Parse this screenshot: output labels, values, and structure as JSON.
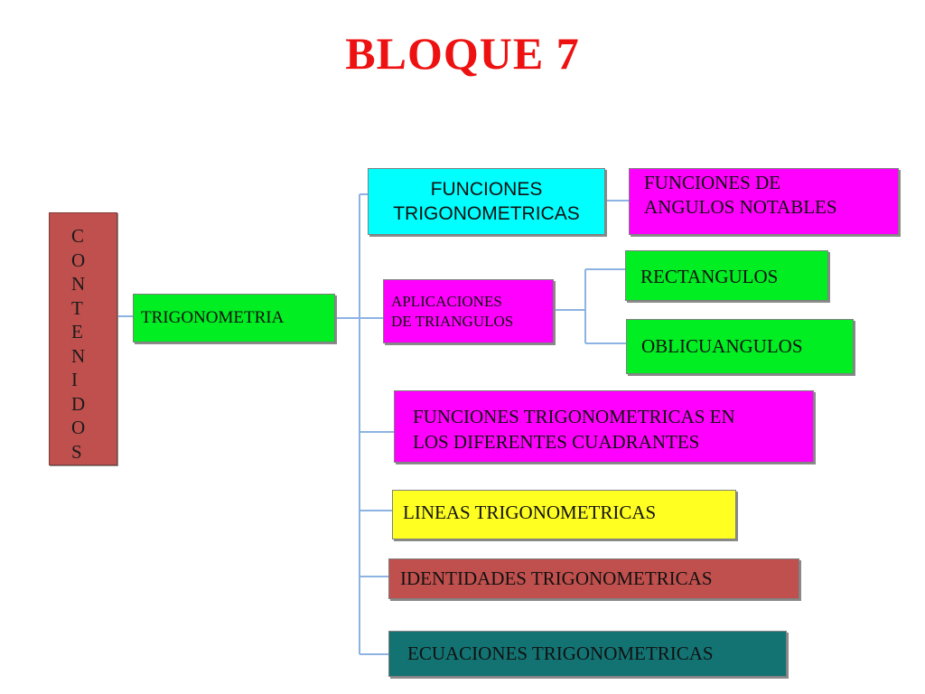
{
  "title": "BLOQUE 7",
  "side_label": [
    "C",
    "O",
    "N",
    "T",
    "E",
    "N",
    "I",
    "D",
    "O",
    "S"
  ],
  "nodes": {
    "trigonometria": "TRIGONOMETRIA",
    "funciones_trig": [
      "FUNCIONES",
      "TRIGONOMETRICAS"
    ],
    "funciones_angulos": [
      "FUNCIONES DE",
      "ANGULOS NOTABLES"
    ],
    "aplicaciones": [
      "APLICACIONES",
      "DE TRIANGULOS"
    ],
    "rectangulos": "RECTANGULOS",
    "oblicuangulos": "OBLICUANGULOS",
    "funciones_cuadrantes": [
      "FUNCIONES TRIGONOMETRICAS EN",
      "LOS DIFERENTES CUADRANTES"
    ],
    "lineas": "LINEAS TRIGONOMETRICAS",
    "identidades": "IDENTIDADES TRIGONOMETRICAS",
    "ecuaciones": "ECUACIONES TRIGONOMETRICAS"
  },
  "colors": {
    "title": "#ee1111",
    "green": "#00ee22",
    "cyan": "#00ffff",
    "magenta": "#ff00ff",
    "yellow": "#ffff22",
    "brown": "#c0504d",
    "teal": "#137373",
    "connector": "#8db3e2"
  }
}
